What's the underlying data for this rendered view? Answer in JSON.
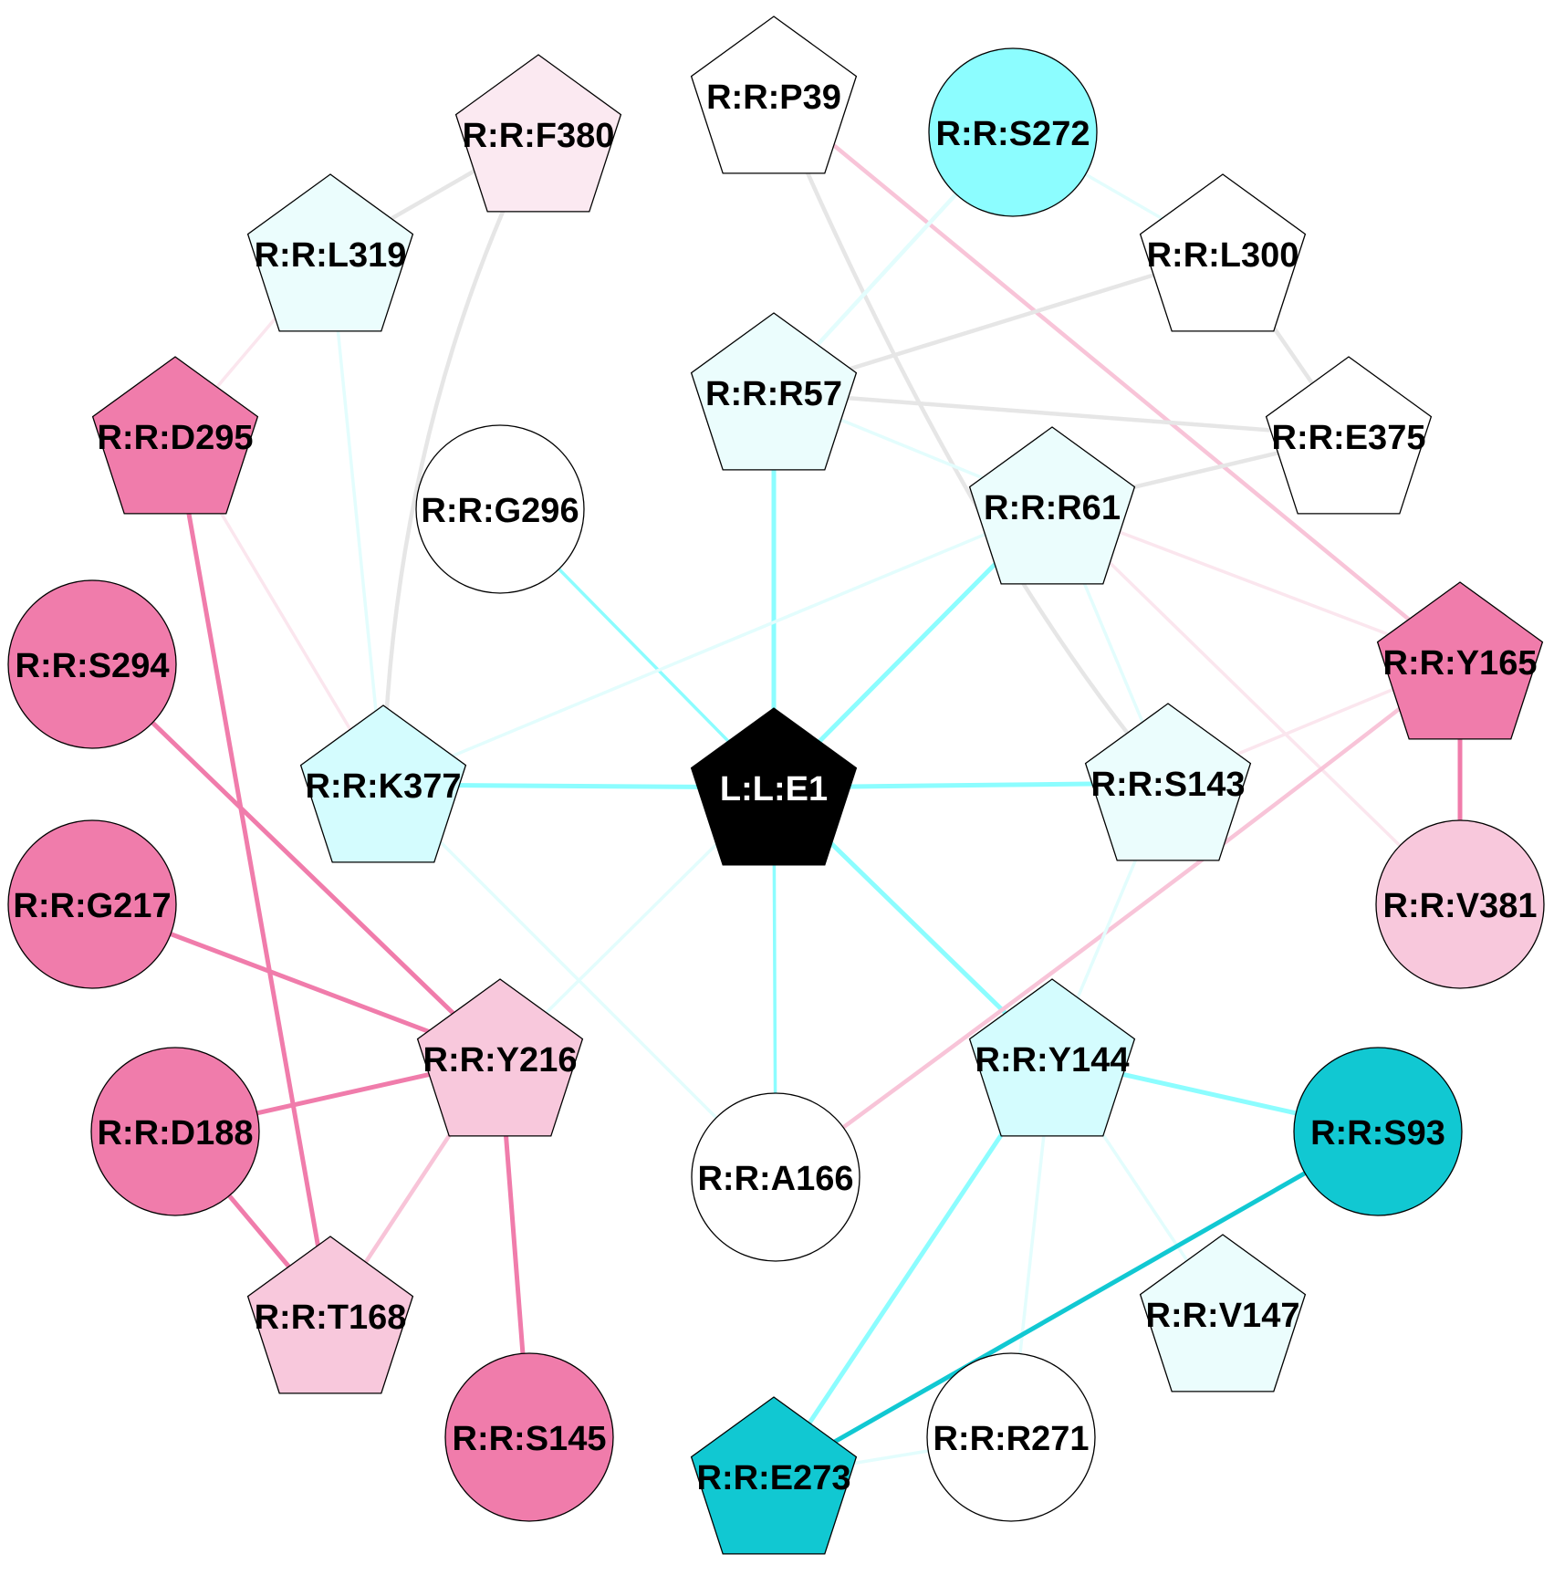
{
  "colors": {
    "white": "#ffffff",
    "black": "#000000",
    "cyan_strong": "#11c8d2",
    "cyan_medium": "#8cfdff",
    "cyan_light": "#d4fcfe",
    "cyan_faint": "#ebfdfd",
    "pink_strong": "#f07cab",
    "pink_light": "#f8c8dc",
    "pink_faint": "#fbe9f1",
    "edge_grey": "#e6e6e6",
    "edge_cyan": "#8cfdff",
    "edge_cyan_light": "#e3fdfd",
    "edge_pink": "#f07cab",
    "edge_pink_light": "#f8c4d8",
    "edge_pink_faint": "#fbe6ee",
    "edge_teal": "#11c8d2"
  },
  "nodes": [
    {
      "id": "L:L:E1",
      "label": "L:L:E1",
      "shape": "pentagon",
      "fill": "black",
      "text_color": "white"
    },
    {
      "id": "R:R:P39",
      "label": "R:R:P39",
      "shape": "pentagon",
      "fill": "white",
      "text_color": "black"
    },
    {
      "id": "R:R:F380",
      "label": "R:R:F380",
      "shape": "pentagon",
      "fill": "pink_faint",
      "text_color": "black"
    },
    {
      "id": "R:R:S272",
      "label": "R:R:S272",
      "shape": "circle",
      "fill": "cyan_medium",
      "text_color": "black"
    },
    {
      "id": "R:R:L319",
      "label": "R:R:L319",
      "shape": "pentagon",
      "fill": "cyan_faint",
      "text_color": "black"
    },
    {
      "id": "R:R:L300",
      "label": "R:R:L300",
      "shape": "pentagon",
      "fill": "white",
      "text_color": "black"
    },
    {
      "id": "R:R:R57",
      "label": "R:R:R57",
      "shape": "pentagon",
      "fill": "cyan_faint",
      "text_color": "black"
    },
    {
      "id": "R:R:D295",
      "label": "R:R:D295",
      "shape": "pentagon",
      "fill": "pink_strong",
      "text_color": "black"
    },
    {
      "id": "R:R:E375",
      "label": "R:R:E375",
      "shape": "pentagon",
      "fill": "white",
      "text_color": "black"
    },
    {
      "id": "R:R:G296",
      "label": "R:R:G296",
      "shape": "circle",
      "fill": "white",
      "text_color": "black"
    },
    {
      "id": "R:R:R61",
      "label": "R:R:R61",
      "shape": "pentagon",
      "fill": "cyan_faint",
      "text_color": "black"
    },
    {
      "id": "R:R:S294",
      "label": "R:R:S294",
      "shape": "circle",
      "fill": "pink_strong",
      "text_color": "black"
    },
    {
      "id": "R:R:Y165",
      "label": "R:R:Y165",
      "shape": "pentagon",
      "fill": "pink_strong",
      "text_color": "black"
    },
    {
      "id": "R:R:K377",
      "label": "R:R:K377",
      "shape": "pentagon",
      "fill": "cyan_light",
      "text_color": "black"
    },
    {
      "id": "R:R:S143",
      "label": "R:R:S143",
      "shape": "pentagon",
      "fill": "cyan_faint",
      "text_color": "black"
    },
    {
      "id": "R:R:G217",
      "label": "R:R:G217",
      "shape": "circle",
      "fill": "pink_strong",
      "text_color": "black"
    },
    {
      "id": "R:R:V381",
      "label": "R:R:V381",
      "shape": "circle",
      "fill": "pink_light",
      "text_color": "black"
    },
    {
      "id": "R:R:Y216",
      "label": "R:R:Y216",
      "shape": "pentagon",
      "fill": "pink_light",
      "text_color": "black"
    },
    {
      "id": "R:R:Y144",
      "label": "R:R:Y144",
      "shape": "pentagon",
      "fill": "cyan_light",
      "text_color": "black"
    },
    {
      "id": "R:R:D188",
      "label": "R:R:D188",
      "shape": "circle",
      "fill": "pink_strong",
      "text_color": "black"
    },
    {
      "id": "R:R:A166",
      "label": "R:R:A166",
      "shape": "circle",
      "fill": "white",
      "text_color": "black"
    },
    {
      "id": "R:R:S93",
      "label": "R:R:S93",
      "shape": "circle",
      "fill": "cyan_strong",
      "text_color": "black"
    },
    {
      "id": "R:R:T168",
      "label": "R:R:T168",
      "shape": "pentagon",
      "fill": "pink_light",
      "text_color": "black"
    },
    {
      "id": "R:R:V147",
      "label": "R:R:V147",
      "shape": "pentagon",
      "fill": "cyan_faint",
      "text_color": "black"
    },
    {
      "id": "R:R:R271",
      "label": "R:R:R271",
      "shape": "circle",
      "fill": "white",
      "text_color": "black"
    },
    {
      "id": "R:R:S145",
      "label": "R:R:S145",
      "shape": "circle",
      "fill": "pink_strong",
      "text_color": "black"
    },
    {
      "id": "R:R:E273",
      "label": "R:R:E273",
      "shape": "pentagon",
      "fill": "cyan_strong",
      "text_color": "black"
    }
  ],
  "edges": [
    {
      "from": "L:L:E1",
      "to": "R:R:R57",
      "color": "edge_cyan",
      "weight": "strong"
    },
    {
      "from": "L:L:E1",
      "to": "R:R:R61",
      "color": "edge_cyan",
      "weight": "strong"
    },
    {
      "from": "L:L:E1",
      "to": "R:R:K377",
      "color": "edge_cyan",
      "weight": "strong"
    },
    {
      "from": "L:L:E1",
      "to": "R:R:S143",
      "color": "edge_cyan",
      "weight": "strong"
    },
    {
      "from": "L:L:E1",
      "to": "R:R:Y144",
      "color": "edge_cyan",
      "weight": "strong"
    },
    {
      "from": "L:L:E1",
      "to": "R:R:G296",
      "color": "edge_cyan",
      "weight": "light"
    },
    {
      "from": "L:L:E1",
      "to": "R:R:A166",
      "color": "edge_cyan",
      "weight": "light"
    },
    {
      "from": "L:L:E1",
      "to": "R:R:Y216",
      "color": "edge_cyan_light",
      "weight": "light"
    },
    {
      "from": "R:R:P39",
      "to": "R:R:S143",
      "color": "edge_grey",
      "weight": "medium"
    },
    {
      "from": "R:R:P39",
      "to": "R:R:Y165",
      "color": "edge_pink_light",
      "weight": "medium"
    },
    {
      "from": "R:R:F380",
      "to": "R:R:L319",
      "color": "edge_grey",
      "weight": "medium"
    },
    {
      "from": "R:R:F380",
      "to": "R:R:K377",
      "color": "edge_grey",
      "weight": "medium"
    },
    {
      "from": "R:R:S272",
      "to": "R:R:R57",
      "color": "edge_cyan_light",
      "weight": "medium"
    },
    {
      "from": "R:R:S272",
      "to": "R:R:L300",
      "color": "edge_cyan_light",
      "weight": "light"
    },
    {
      "from": "R:R:L319",
      "to": "R:R:K377",
      "color": "edge_cyan_light",
      "weight": "light"
    },
    {
      "from": "R:R:L319",
      "to": "R:R:D295",
      "color": "edge_pink_faint",
      "weight": "light"
    },
    {
      "from": "R:R:L300",
      "to": "R:R:R57",
      "color": "edge_grey",
      "weight": "medium"
    },
    {
      "from": "R:R:L300",
      "to": "R:R:E375",
      "color": "edge_grey",
      "weight": "medium"
    },
    {
      "from": "R:R:R57",
      "to": "R:R:E375",
      "color": "edge_grey",
      "weight": "medium"
    },
    {
      "from": "R:R:R57",
      "to": "R:R:R61",
      "color": "edge_cyan_light",
      "weight": "light"
    },
    {
      "from": "R:R:R61",
      "to": "R:R:E375",
      "color": "edge_grey",
      "weight": "medium"
    },
    {
      "from": "R:R:R61",
      "to": "R:R:K377",
      "color": "edge_cyan_light",
      "weight": "light"
    },
    {
      "from": "R:R:R61",
      "to": "R:R:Y165",
      "color": "edge_pink_faint",
      "weight": "light"
    },
    {
      "from": "R:R:R61",
      "to": "R:R:V381",
      "color": "edge_pink_faint",
      "weight": "light"
    },
    {
      "from": "R:R:R61",
      "to": "R:R:S143",
      "color": "edge_cyan_light",
      "weight": "light"
    },
    {
      "from": "R:R:D295",
      "to": "R:R:K377",
      "color": "edge_pink_faint",
      "weight": "light"
    },
    {
      "from": "R:R:D295",
      "to": "R:R:T168",
      "color": "edge_pink",
      "weight": "strong"
    },
    {
      "from": "R:R:S294",
      "to": "R:R:Y216",
      "color": "edge_pink",
      "weight": "strong"
    },
    {
      "from": "R:R:Y165",
      "to": "R:R:V381",
      "color": "edge_pink",
      "weight": "strong"
    },
    {
      "from": "R:R:Y165",
      "to": "R:R:S143",
      "color": "edge_pink_faint",
      "weight": "light"
    },
    {
      "from": "R:R:Y165",
      "to": "R:R:A166",
      "color": "edge_pink_light",
      "weight": "medium"
    },
    {
      "from": "R:R:K377",
      "to": "R:R:A166",
      "color": "edge_cyan_light",
      "weight": "light"
    },
    {
      "from": "R:R:S143",
      "to": "R:R:Y144",
      "color": "edge_cyan_light",
      "weight": "light"
    },
    {
      "from": "R:R:G217",
      "to": "R:R:Y216",
      "color": "edge_pink",
      "weight": "strong"
    },
    {
      "from": "R:R:Y216",
      "to": "R:R:D188",
      "color": "edge_pink",
      "weight": "strong"
    },
    {
      "from": "R:R:Y216",
      "to": "R:R:T168",
      "color": "edge_pink_light",
      "weight": "medium"
    },
    {
      "from": "R:R:Y216",
      "to": "R:R:S145",
      "color": "edge_pink",
      "weight": "strong"
    },
    {
      "from": "R:R:D188",
      "to": "R:R:T168",
      "color": "edge_pink",
      "weight": "strong"
    },
    {
      "from": "R:R:Y144",
      "to": "R:R:S93",
      "color": "edge_cyan",
      "weight": "strong"
    },
    {
      "from": "R:R:Y144",
      "to": "R:R:E273",
      "color": "edge_cyan",
      "weight": "strong"
    },
    {
      "from": "R:R:Y144",
      "to": "R:R:V147",
      "color": "edge_cyan_light",
      "weight": "light"
    },
    {
      "from": "R:R:Y144",
      "to": "R:R:R271",
      "color": "edge_cyan_light",
      "weight": "light"
    },
    {
      "from": "R:R:S93",
      "to": "R:R:E273",
      "color": "edge_teal",
      "weight": "strong"
    },
    {
      "from": "R:R:R271",
      "to": "R:R:E273",
      "color": "edge_cyan_light",
      "weight": "light"
    }
  ]
}
